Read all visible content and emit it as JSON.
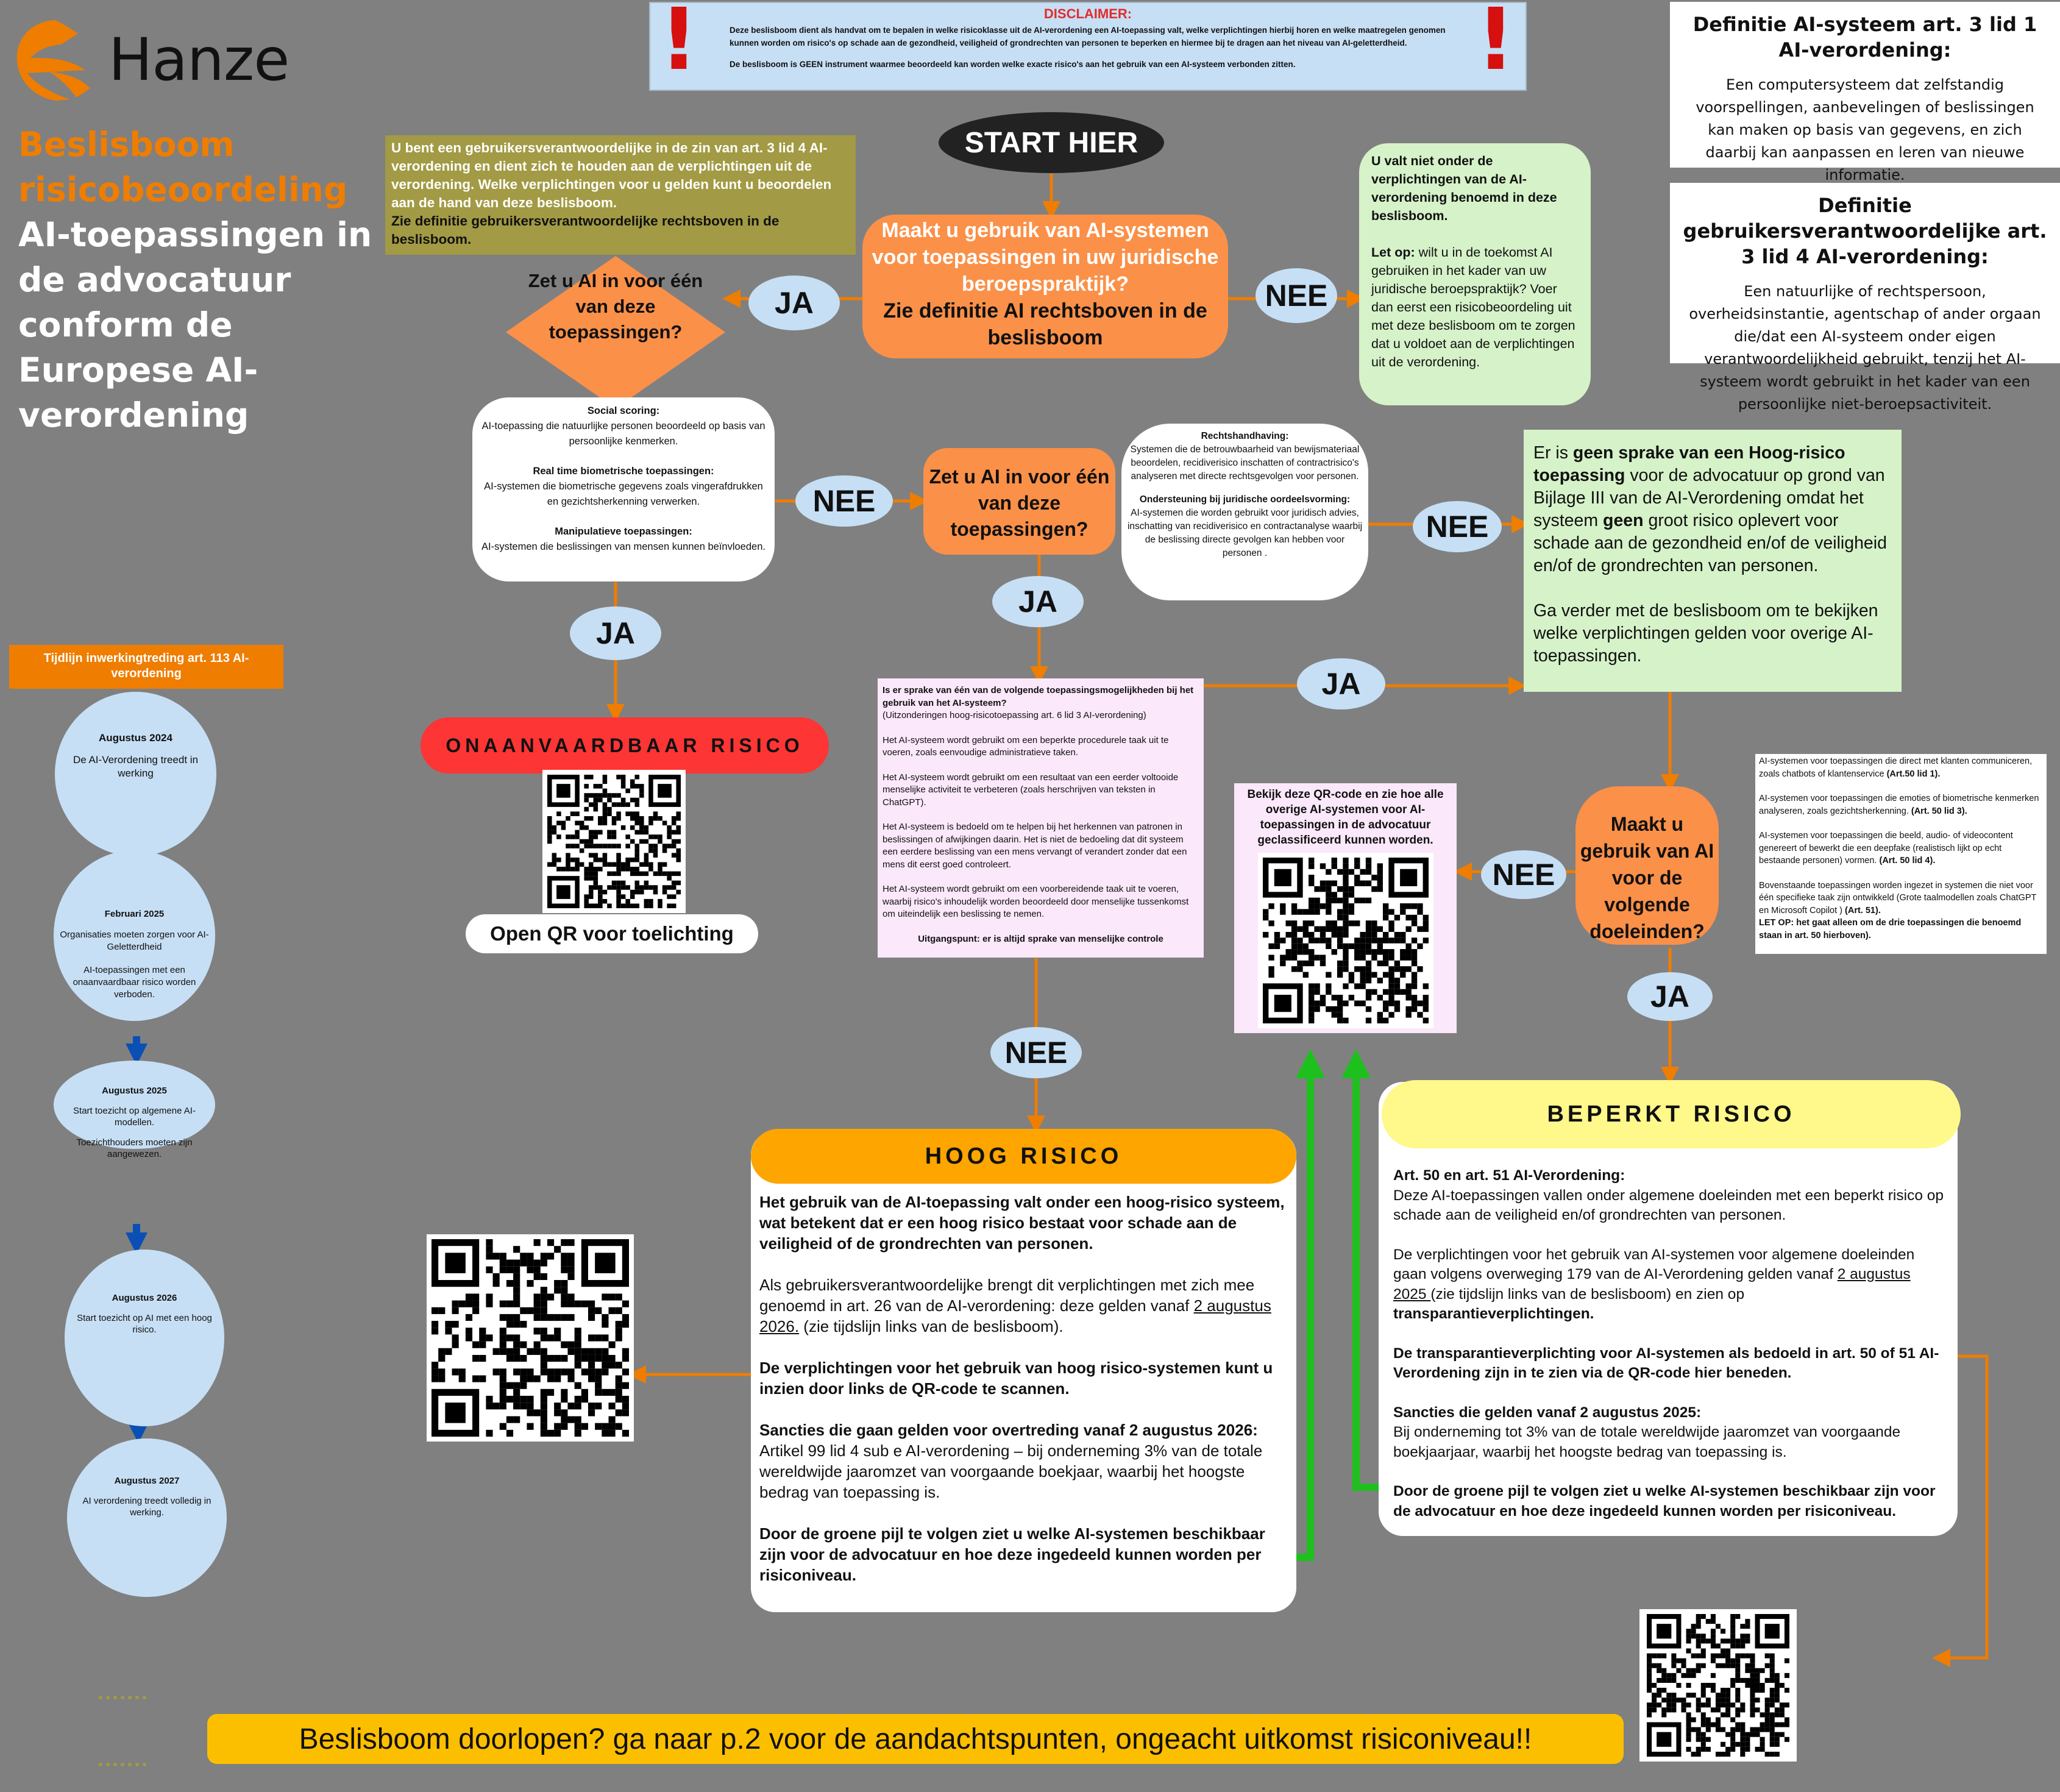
{
  "brand": {
    "logo_text": "Hanze",
    "accent": "#ef7d00"
  },
  "title": {
    "orange": "Beslisboom risicobeoordeling",
    "white": "AI-toepassingen in de advocatuur conform de Europese AI-verordening"
  },
  "disclaimer": {
    "heading": "DISCLAIMER:",
    "p1": "Deze beslisboom dient als handvat om te bepalen in welke risicoklasse uit de AI-verordening een AI-toepassing valt, welke verplichtingen hierbij horen en welke maatregelen genomen kunnen worden om risico's op schade aan de gezondheid, veiligheid of grondrechten van personen te beperken en hiermee bij te dragen aan het niveau van AI-geletterdheid.",
    "p2": "De beslisboom is GEEN instrument waarmee beoordeeld kan worden welke exacte risico's aan het gebruik van een AI-systeem verbonden zitten.",
    "mark": "!"
  },
  "definitions": [
    {
      "title": "Definitie AI-systeem art. 3 lid 1 AI-verordening:",
      "text": "Een computersysteem dat zelfstandig voorspellingen, aanbevelingen of beslissingen kan maken op basis van gegevens, en zich daarbij kan aanpassen en leren van nieuwe informatie."
    },
    {
      "title": "Definitie gebruikersverantwoordelijke art. 3 lid 4 AI-verordening:",
      "text": "Een natuurlijke of rechtspersoon, overheidsinstantie, agentschap of ander orgaan die/dat een AI-systeem onder eigen verantwoordelijkheid gebruikt, tenzij het AI-systeem wordt gebruikt in het kader van een persoonlijke niet-beroepsactiviteit."
    }
  ],
  "user_note": {
    "white": "U bent een gebruikersverantwoordelijke in de zin van art. 3 lid 4 AI-verordening en dient zich te houden aan de verplichtingen uit de verordening. Welke verplichtingen voor u gelden kunt u beoordelen aan de hand van deze beslisboom.",
    "black": "Zie definitie gebruikersverantwoordelijke rechtsboven in de beslisboom."
  },
  "start": "START HIER",
  "q1": {
    "question": "Maakt u gebruik van AI-systemen voor toepassingen in uw juridische beroepspraktijk?",
    "note": "Zie definitie AI rechtsboven in de beslisboom"
  },
  "q_forbidden": "Zet u AI in voor één van deze toepassingen?",
  "labels": {
    "ja": "JA",
    "nee": "NEE"
  },
  "not_applicable": {
    "bold": "U valt niet onder de verplichtingen van de AI-verordening benoemd in deze beslisboom.",
    "let_op": "Let op:",
    "text": "wilt u in de toekomst AI gebruiken in het kader van uw juridische beroepspraktijk? Voer dan eerst een risicobeoordeling uit met deze beslisboom om te zorgen dat u voldoet aan de verplichtingen uit de verordening."
  },
  "forbidden_list": [
    {
      "title": "Social scoring:",
      "text": "AI-toepassing die natuurlijke personen beoordeeld op basis van persoonlijke kenmerken."
    },
    {
      "title": "Real time biometrische toepassingen:",
      "text": "AI-systemen die biometrische gegevens zoals vingerafdrukken en gezichtsherkenning verwerken."
    },
    {
      "title": "Manipulatieve toepassingen:",
      "text": "AI-systemen die beslissingen van mensen kunnen beïnvloeden."
    }
  ],
  "q_highrisk": "Zet u AI in voor één van deze toepassingen?",
  "highrisk_list": [
    {
      "title": "Rechtshandhaving:",
      "text": "Systemen die de betrouwbaarheid van bewijsmateriaal beoordelen, recidiverisico inschatten of contractrisico's analyseren met directe rechtsgevolgen voor personen."
    },
    {
      "title": "Ondersteuning bij juridische oordeelsvorming:",
      "text": "AI-systemen die worden gebruikt voor juridisch advies, inschatting van recidiverisico en contractanalyse waarbij de beslissing directe gevolgen kan hebben voor personen ."
    }
  ],
  "no_highrisk": {
    "pre": "Er is ",
    "bold1": "geen sprake van een Hoog-risico toepassing",
    "mid": " voor de advocatuur op grond van Bijlage III van de AI-Verordening omdat het systeem ",
    "bold2": "geen",
    "post": " groot risico oplevert voor schade aan de gezondheid en/of de veiligheid en/of de grondrechten van personen.",
    "p2": "Ga verder met de beslisboom om te bekijken welke verplichtingen gelden voor overige AI-toepassingen."
  },
  "unacceptable": {
    "label": "ONAANVAARDBAAR RISICO",
    "button": "Open QR voor toelichting",
    "color": "#fd3535"
  },
  "exceptions": {
    "heading": "Is er sprake van één van de volgende toepassingsmogelijkheden bij het gebruik van het AI-systeem?",
    "sub": "(Uitzonderingen hoog-risicotoepassing art. 6 lid 3 AI-verordening)",
    "items": [
      "Het AI-systeem wordt gebruikt om een beperkte procedurele taak uit te voeren, zoals eenvoudige administratieve taken.",
      "Het AI-systeem wordt gebruikt om een resultaat van een eerder voltooide menselijke activiteit te verbeteren (zoals herschrijven van teksten in ChatGPT).",
      "Het AI-systeem is bedoeld om te helpen bij het herkennen van patronen in beslissingen of afwijkingen daarin. Het is niet de bedoeling dat dit systeem een eerdere beslissing van een mens vervangt of verandert zonder dat een mens dit eerst goed controleert.",
      "Het AI-systeem wordt gebruikt om een voorbereidende taak uit te voeren, waarbij risico's inhoudelijk worden beoordeeld door menselijke tussenkomst om uiteindelijk een beslissing te nemen."
    ],
    "footer": "Uitgangspunt: er is altijd sprake van menselijke controle"
  },
  "qr_overview": "Bekijk deze QR-code en zie hoe alle overige AI-systemen voor AI-toepassingen in de advocatuur geclassificeerd kunnen worden.",
  "q_purpose": "Maakt u gebruik van AI voor de volgende doeleinden?",
  "purpose_list": [
    {
      "text": "AI-systemen voor toepassingen die direct met klanten communiceren, zoals chatbots  of klantenservice ",
      "ref": "(Art.50 lid 1)."
    },
    {
      "text": "AI-systemen voor toepassingen die emoties of biometrische kenmerken analyseren, zoals gezichtsherkenning. ",
      "ref": "(Art. 50 lid 3)."
    },
    {
      "text": "AI-systemen voor toepassingen die beeld, audio- of videocontent genereert of bewerkt die een deepfake (realistisch lijkt op echt bestaande personen) vormen. ",
      "ref": "(Art. 50 lid 4)."
    },
    {
      "text": "Bovenstaande toepassingen worden ingezet in systemen die niet voor één specifieke taak zijn ontwikkeld (Grote taalmodellen zoals ChatGPT en Microsoft Copilot ) ",
      "ref": "(Art. 51)."
    }
  ],
  "purpose_note": "LET OP: het gaat alleen om de drie toepassingen die benoemd staan in art. 50 hierboven).",
  "high_risk": {
    "label": "HOOG RISICO",
    "color": "#fea500",
    "p1": "Het gebruik van de AI-toepassing valt onder een hoog-risico systeem, wat betekent dat er een hoog risico bestaat voor schade aan de veiligheid of de grondrechten van personen.",
    "p2_pre": "Als gebruikersverantwoordelijke brengt dit verplichtingen met zich mee genoemd in art. 26 van de AI-verordening: deze gelden vanaf ",
    "p2_link": "2 augustus 2026.",
    "p2_post": " (zie tijdslijn links van de beslisboom).",
    "p3": "De verplichtingen voor het gebruik van hoog risico-systemen kunt u inzien door links de QR-code te scannen.",
    "p4_title": "Sancties die gaan gelden voor overtreding vanaf 2 augustus 2026:",
    "p4_text": "Artikel 99 lid 4 sub e AI-verordening – bij onderneming 3% van de totale wereldwijde jaaromzet van voorgaande boekjaar, waarbij het hoogste bedrag van toepassing is.",
    "p5": "Door de groene pijl te volgen ziet u welke AI-systemen beschikbaar zijn voor de advocatuur en hoe deze ingedeeld kunnen worden per risiconiveau."
  },
  "limited_risk": {
    "label": "BEPERKT RISICO",
    "color": "#fff88a",
    "p1_title": "Art. 50 en art. 51 AI-Verordening:",
    "p1_text": "Deze AI-toepassingen vallen onder algemene doeleinden met een beperkt risico op schade aan de veiligheid en/of grondrechten van personen.",
    "p2_pre": "De verplichtingen voor het gebruik van AI-systemen voor algemene doeleinden gaan volgens overweging 179 van de AI-Verordening gelden vanaf ",
    "p2_link": "2 augustus 2025 ",
    "p2_mid": "(zie tijdslijn links van de beslisboom) en zien op ",
    "p2_bold": "transparantieverplichtingen.",
    "p3": "De transparantieverplichting voor AI-systemen als bedoeld in art. 50 of 51 AI-Verordening zijn in te zien via de QR-code hier beneden.",
    "p4_title": "Sancties die gelden vanaf 2 augustus 2025:",
    "p4_text": "Bij onderneming tot 3% van de totale wereldwijde jaaromzet van voorgaande boekjaarjaar, waarbij het hoogste bedrag van toepassing is.",
    "p5": "Door de groene pijl te volgen ziet u welke AI-systemen beschikbaar zijn voor de advocatuur en hoe deze ingedeeld kunnen worden per risiconiveau."
  },
  "timeline": {
    "heading": "Tijdlijn inwerkingtreding art. 113 AI-verordening",
    "items": [
      {
        "date": "Augustus 2024",
        "text": "De AI-Verordening treedt in werking"
      },
      {
        "date": "Februari 2025",
        "text": "Organisaties moeten zorgen voor AI-Geletterdheid",
        "text2": "AI-toepassingen met een onaanvaardbaar risico worden verboden."
      },
      {
        "date": "Augustus 2025",
        "text": "Start toezicht op algemene AI-modellen.",
        "text2": "Toezichthouders moeten zijn aangewezen."
      },
      {
        "date": "Augustus 2026",
        "text": "Start toezicht op AI met een hoog risico."
      },
      {
        "date": "Augustus 2027",
        "text": "AI verordening treedt volledig in werking."
      }
    ]
  },
  "footer": "Beslisboom doorlopen? ga naar p.2 voor de aandachtspunten, ongeacht uitkomst risiconiveau!!",
  "colors": {
    "background": "#808080",
    "arrow": "#ef7d00",
    "green_arrow": "#1ec01e",
    "timeline_arrow": "#0b4fb5"
  }
}
